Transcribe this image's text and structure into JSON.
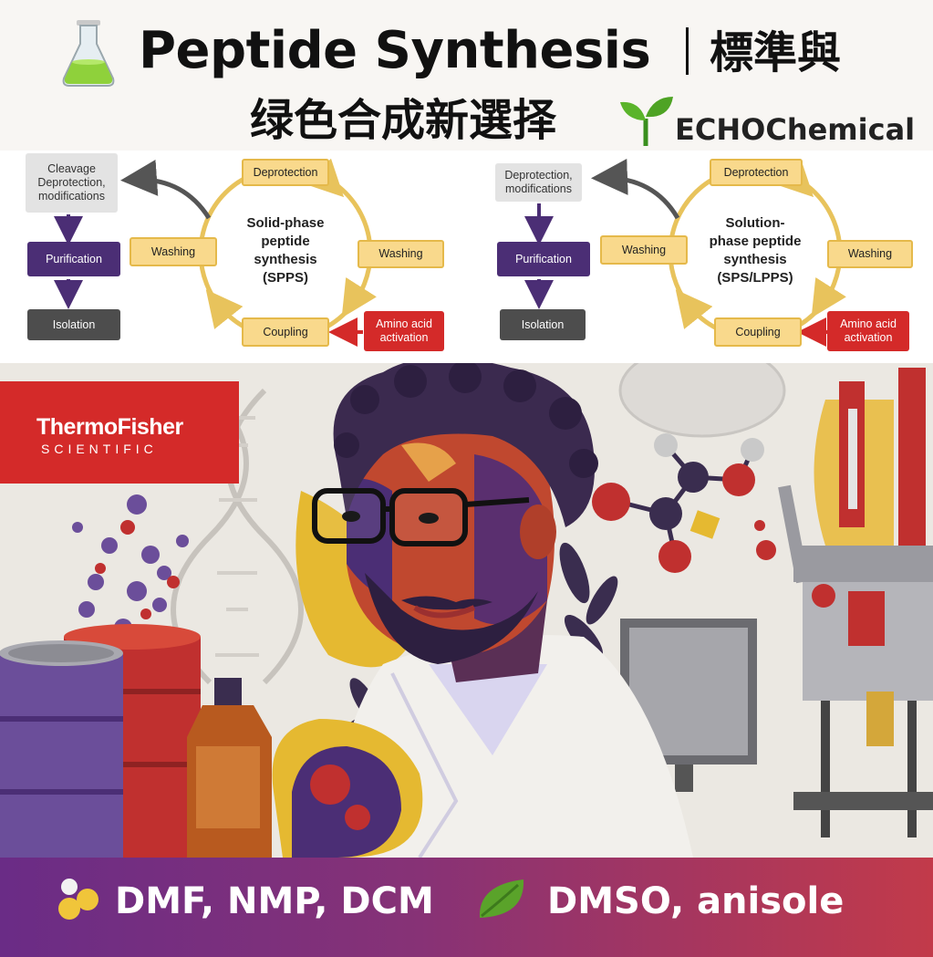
{
  "header": {
    "title_en": "Peptide Synthesis",
    "title_cn": "標準與",
    "subtitle_cn": "绿色合成新選择",
    "brand": "ECHOChemical",
    "icons": [
      "flask-icon",
      "seedling-icon"
    ]
  },
  "diagram": {
    "spps": {
      "cleavage": [
        "Cleavage",
        "Deprotection,",
        "modifications"
      ],
      "purification": "Purification",
      "isolation": "Isolation",
      "deprotection": "Deprotection",
      "washing_left": "Washing",
      "washing_right": "Washing",
      "coupling": "Coupling",
      "activation": [
        "Amino acid",
        "activation"
      ],
      "center": [
        "Solid-phase",
        "peptide",
        "synthesis",
        "(SPPS)"
      ]
    },
    "sps": {
      "cleavage": [
        "Deprotection,",
        "modifications"
      ],
      "purification": "Purification",
      "isolation": "Isolation",
      "deprotection": "Deprotection",
      "washing_left": "Washing",
      "washing_right": "Washing",
      "coupling": "Coupling",
      "activation": [
        "Amino acid",
        "activation"
      ],
      "center": [
        "Solution-",
        "phase peptide",
        "synthesis",
        "(SPS/LPPS)"
      ]
    },
    "colors": {
      "cycle": "#e8c35c",
      "purple": "#4b2e75",
      "red": "#d42a29",
      "arrow": "#555555"
    }
  },
  "illustration": {
    "logo_line1": "ThermoFisher",
    "logo_line2": "SCIENTIFIC",
    "logo_color": "#d42a29"
  },
  "footer": {
    "conventional": "DMF, NMP, DCM",
    "green": "DMSO, anisole",
    "icons": [
      "dots-icon",
      "leaf-icon"
    ]
  }
}
